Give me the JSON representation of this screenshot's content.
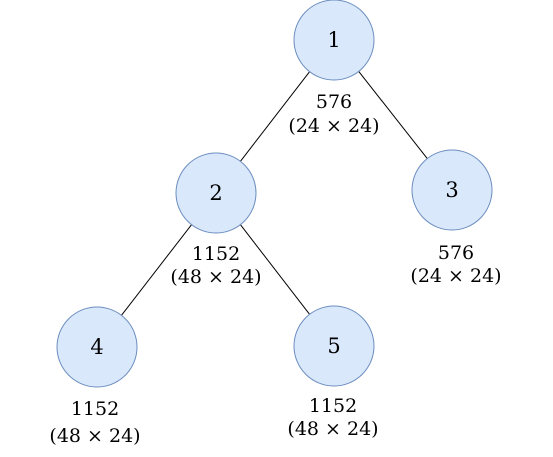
{
  "nodes": [
    {
      "id": "1",
      "value": "576",
      "dims": "(24 × 24)"
    },
    {
      "id": "2",
      "value": "1152",
      "dims": "(48 × 24)"
    },
    {
      "id": "3",
      "value": "576",
      "dims": "(24 × 24)"
    },
    {
      "id": "4",
      "value": "1152",
      "dims": "(48 × 24)"
    },
    {
      "id": "5",
      "value": "1152",
      "dims": "(48 × 24)"
    }
  ],
  "edges": [
    {
      "from": "1",
      "to": "2"
    },
    {
      "from": "1",
      "to": "3"
    },
    {
      "from": "2",
      "to": "4"
    },
    {
      "from": "2",
      "to": "5"
    }
  ],
  "colors": {
    "node_fill": "#dae8fc",
    "node_stroke": "#6c8ebf",
    "edge": "#000000",
    "text": "#000000"
  }
}
